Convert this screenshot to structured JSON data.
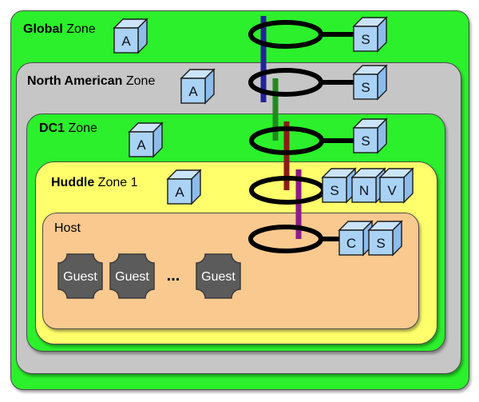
{
  "diagram": {
    "title_hint": "nested zone hierarchy",
    "zones": {
      "global": {
        "label_bold": "Global",
        "label_rest": " Zone",
        "fill": "#2bf02b"
      },
      "north_american": {
        "label_bold": "North American",
        "label_rest": " Zone",
        "fill": "#c6c6c6"
      },
      "dc1": {
        "label_bold": "DC1",
        "label_rest": " Zone",
        "fill": "#2bf02b"
      },
      "huddle": {
        "label_bold": "Huddle",
        "label_rest": " Zone 1",
        "fill": "#ffff6b"
      },
      "host": {
        "label": "Host",
        "fill": "#f9c98f"
      }
    },
    "cubes": {
      "global_a": "A",
      "global_s": "S",
      "na_a": "A",
      "na_s": "S",
      "dc1_a": "A",
      "dc1_s": "S",
      "huddle_a": "A",
      "huddle_s": "S",
      "huddle_n": "N",
      "huddle_v": "V",
      "host_c": "C",
      "host_s": "S"
    },
    "guests": {
      "labels": [
        "Guest",
        "Guest",
        "Guest"
      ],
      "ellipsis": "...",
      "fill": "#5b5b5b"
    },
    "rings": {
      "color": "#000000",
      "count": 5
    },
    "link_colors": {
      "global_to_na": "#22229b",
      "na_to_dc1": "#1f8a1f",
      "dc1_to_huddle": "#8c1a1a",
      "huddle_to_host": "#8c1a8c"
    },
    "cube_colors": {
      "front": "#a9d2f4",
      "top": "#cbe4fa",
      "side": "#8cbcec"
    }
  }
}
